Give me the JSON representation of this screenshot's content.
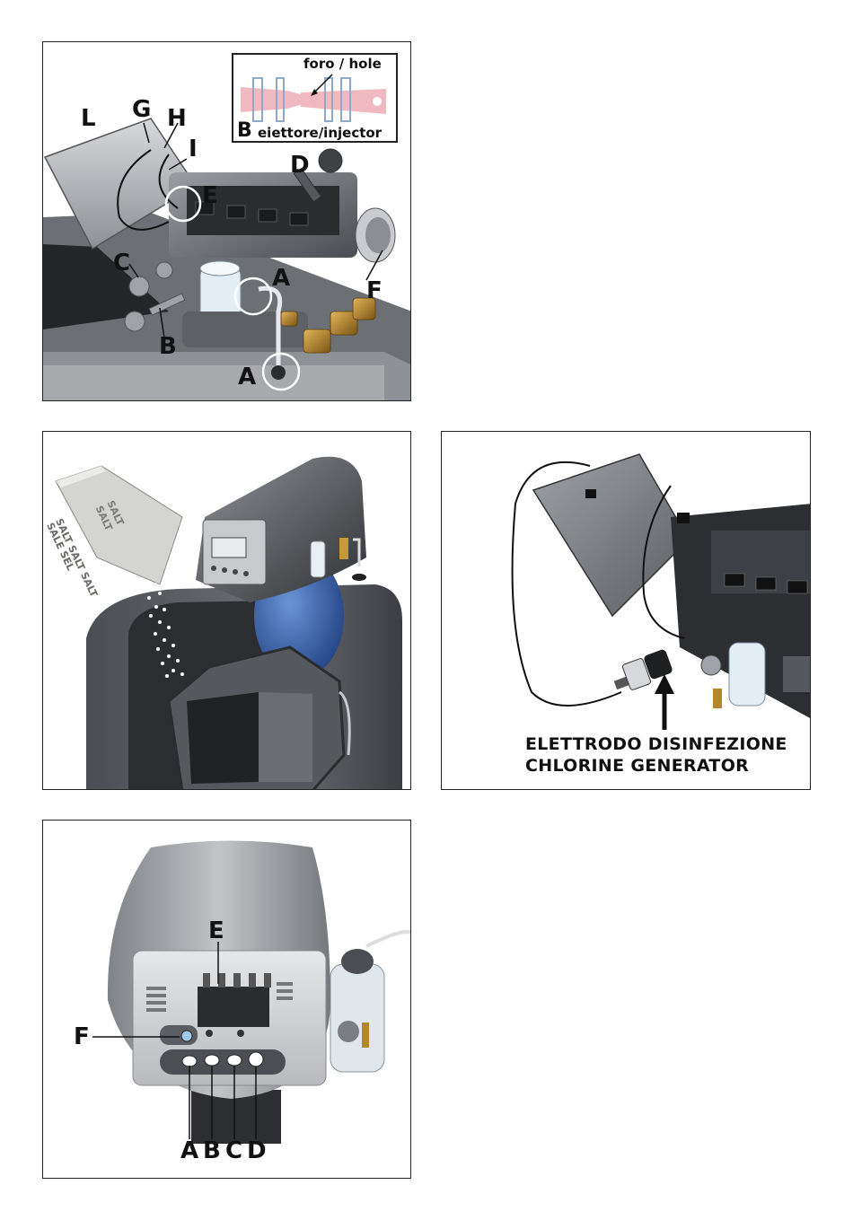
{
  "panel1": {
    "inset_hole": "foro / hole",
    "inset_letter": "B",
    "inset_caption": "eiettore/injector",
    "labels": {
      "L": "L",
      "G": "G",
      "H": "H",
      "I": "I",
      "E": "E",
      "D": "D",
      "C": "C",
      "A1": "A",
      "F": "F",
      "B": "B",
      "A2": "A"
    }
  },
  "panel2": {
    "salt_text": "SALT SALT SALT SALE SEL"
  },
  "panel3": {
    "caption_line1": "ELETTRODO DISINFEZIONE",
    "caption_line2": "CHLORINE GENERATOR"
  },
  "panel4": {
    "labels": {
      "E": "E",
      "F": "F",
      "A": "A",
      "B": "B",
      "C": "C",
      "D": "D"
    }
  },
  "colors": {
    "metal_dark": "#3f4246",
    "metal_mid": "#7d8085",
    "metal_light": "#c4c6c9",
    "brass": "#b8862a",
    "blue_tank": "#3a68b5",
    "inset_pink": "#f0b8c0"
  }
}
